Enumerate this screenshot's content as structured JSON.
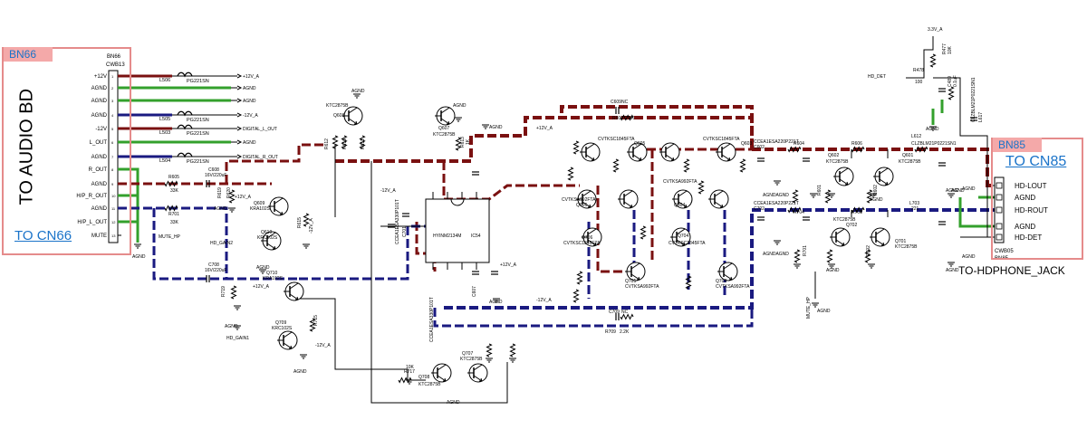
{
  "colors": {
    "box_border": "#e58b8b",
    "box_tag_bg": "#f4a9a9",
    "link": "#1a73c9",
    "wire_red": "#7a1010",
    "wire_blue": "#1a1a80",
    "wire_green": "#33a02c",
    "wire_dash": "#aaaaaa"
  },
  "left_block": {
    "tag": "BN66",
    "title": "TO AUDIO BD",
    "link": "TO CN66",
    "connector_name": "BN66",
    "connector_part": "CWB13",
    "pins": [
      "+12V",
      "AGND",
      "AGND",
      "AGND",
      "-12V",
      "L_OUT",
      "AGND",
      "R_OUT",
      "AGND",
      "H/P_R_OUT",
      "AGND",
      "H/P_L_OUT",
      "MUTE"
    ],
    "pin_numbers": [
      "1",
      "2",
      "3",
      "4",
      "5",
      "6",
      "7",
      "8",
      "9",
      "10",
      "11",
      "12",
      "13"
    ]
  },
  "right_block": {
    "tag": "BN85",
    "link": "TO CN85",
    "pins": [
      "HD-LOUT",
      "AGND",
      "HD-ROUT",
      "AGND",
      "HD-DET"
    ],
    "connector_part": "CWB05",
    "connector_name": "BN85",
    "caption": "TO-HDPHONE_JACK"
  },
  "input_filters": [
    {
      "ref": "L506",
      "part": "PG221SN",
      "net": "+12V_A"
    },
    {
      "ref": "",
      "part": "",
      "net": "AGND"
    },
    {
      "ref": "",
      "part": "",
      "net": "AGND"
    },
    {
      "ref": "L505",
      "part": "PG221SN",
      "net": "-12V_A"
    },
    {
      "ref": "L503",
      "part": "PG221SN",
      "net": "DIGITAL_L_OUT"
    },
    {
      "ref": "",
      "part": "",
      "net": "AGND"
    },
    {
      "ref": "L504",
      "part": "PG221SN",
      "net": "DIGITAL_R_OUT"
    }
  ],
  "labels": [
    {
      "t": "R605",
      "k": "r605"
    },
    {
      "t": "33K",
      "k": "r605v"
    },
    {
      "t": "C608",
      "k": "c608"
    },
    {
      "t": "16V/220uF",
      "k": "c608v"
    },
    {
      "t": "R701",
      "k": "r701"
    },
    {
      "t": "33K",
      "k": "r701v"
    },
    {
      "t": "C708",
      "k": "c708"
    },
    {
      "t": "16V/220uF",
      "k": "c708v"
    },
    {
      "t": "MUTE_HP",
      "k": "mute_hp"
    },
    {
      "t": "AGND",
      "k": "agnd_conn"
    },
    {
      "t": "KTC2875B",
      "k": "q608p"
    },
    {
      "t": "Q608",
      "k": "q608"
    },
    {
      "t": "AGND",
      "k": "agnd_q608"
    },
    {
      "t": "R612",
      "k": "r612"
    },
    {
      "t": "R616",
      "k": "r616"
    },
    {
      "t": "R611",
      "k": "r611"
    },
    {
      "t": "Q607",
      "k": "q607"
    },
    {
      "t": "KTC2875B",
      "k": "q607p"
    },
    {
      "t": "AGND",
      "k": "agnd_q607"
    },
    {
      "t": "R613",
      "k": "r613"
    },
    {
      "t": "1K",
      "k": "r613v"
    },
    {
      "t": "AGND",
      "k": "agnd_c"
    },
    {
      "t": "+12V_A",
      "k": "p12a_q609"
    },
    {
      "t": "Q609",
      "k": "q609"
    },
    {
      "t": "KRA102S",
      "k": "q609p"
    },
    {
      "t": "R619",
      "k": "r619"
    },
    {
      "t": "R620",
      "k": "r620"
    },
    {
      "t": "Q610",
      "k": "q610"
    },
    {
      "t": "KRC102S",
      "k": "q610p"
    },
    {
      "t": "HD_GAIN2",
      "k": "hd_gain2"
    },
    {
      "t": "R615",
      "k": "r615"
    },
    {
      "t": "-12V_A",
      "k": "m12a_1"
    },
    {
      "t": "AGND",
      "k": "agnd_q610"
    },
    {
      "t": "Q710",
      "k": "q710"
    },
    {
      "t": "KRA102S",
      "k": "q710p"
    },
    {
      "t": "+12V_A",
      "k": "p12a_q710"
    },
    {
      "t": "R719",
      "k": "r719"
    },
    {
      "t": "AGND",
      "k": "agnd_r719"
    },
    {
      "t": "Q709",
      "k": "q709"
    },
    {
      "t": "KRC102S",
      "k": "q709p"
    },
    {
      "t": "HD_GAIN1",
      "k": "hd_gain1"
    },
    {
      "t": "R715",
      "k": "r715"
    },
    {
      "t": "-12V_A",
      "k": "m12a_2"
    },
    {
      "t": "AGND",
      "k": "agnd_q709"
    },
    {
      "t": "AGND",
      "k": "agnd_r620"
    },
    {
      "t": "-12V_A",
      "k": "m12a_ic"
    },
    {
      "t": "IC54",
      "k": "ic54"
    },
    {
      "t": "HYINM2134M",
      "k": "ic_part"
    },
    {
      "t": "C701",
      "k": "c701"
    },
    {
      "t": "CCEA1ESA330P101T",
      "k": "c701p"
    },
    {
      "t": "+12V_A",
      "k": "p12a_ic"
    },
    {
      "t": "C607",
      "k": "c607"
    },
    {
      "t": "AGND",
      "k": "agnd_c607"
    },
    {
      "t": "C609",
      "k": "c609"
    },
    {
      "t": "NC",
      "k": "c609v"
    },
    {
      "t": "R609",
      "k": "r609"
    },
    {
      "t": "2.2K",
      "k": "r609v"
    },
    {
      "t": "C709",
      "k": "c709"
    },
    {
      "t": "NC",
      "k": "c709v"
    },
    {
      "t": "R709",
      "k": "r709"
    },
    {
      "t": "2.2K",
      "k": "r709v"
    },
    {
      "t": "+12V_A",
      "k": "p12a_top"
    },
    {
      "t": "-12V_A",
      "k": "m12a_bot"
    },
    {
      "t": "CVTKSC1845FTA",
      "k": "q605p"
    },
    {
      "t": "Q605",
      "k": "q605"
    },
    {
      "t": "CVTKSA992FTA",
      "k": "q606p"
    },
    {
      "t": "Q606",
      "k": "q606"
    },
    {
      "t": "CVTKSC1845FTA",
      "k": "q603p"
    },
    {
      "t": "Q603",
      "k": "q603"
    },
    {
      "t": "CVTKSA992FTA",
      "k": "q604p"
    },
    {
      "t": "Q604",
      "k": "q604"
    },
    {
      "t": "CVTKSC1845FTA",
      "k": "q706p"
    },
    {
      "t": "Q706",
      "k": "q706"
    },
    {
      "t": "CVTKSA992FTA",
      "k": "q705p"
    },
    {
      "t": "Q705",
      "k": "q705"
    },
    {
      "t": "CVTKSC1845FTA",
      "k": "q704p"
    },
    {
      "t": "Q704",
      "k": "q704"
    },
    {
      "t": "CVTKSA992FTA",
      "k": "q703p"
    },
    {
      "t": "Q703",
      "k": "q703"
    },
    {
      "t": "Q708",
      "k": "q708"
    },
    {
      "t": "KTC2875B",
      "k": "q708p"
    },
    {
      "t": "Q707",
      "k": "q707"
    },
    {
      "t": "KTC2875B",
      "k": "q707p"
    },
    {
      "t": "R717",
      "k": "r717"
    },
    {
      "t": "10K",
      "k": "r717v"
    },
    {
      "t": "AGND",
      "k": "agnd_q708"
    },
    {
      "t": "CCEA1ESA330P101T",
      "k": "c710p"
    },
    {
      "t": "CCEA1ESA220P221T",
      "k": "c602p"
    },
    {
      "t": "C602",
      "k": "c602"
    },
    {
      "t": "CCEA1ESA220P221T",
      "k": "c702p"
    },
    {
      "t": "C702",
      "k": "c702"
    },
    {
      "t": "R604",
      "k": "r604"
    },
    {
      "t": "R704",
      "k": "r704"
    },
    {
      "t": "AGNDAGND",
      "k": "agndagnd1"
    },
    {
      "t": "AGNDAGND",
      "k": "agndagnd2"
    },
    {
      "t": "R606",
      "k": "r606"
    },
    {
      "t": "R706",
      "k": "r706"
    },
    {
      "t": "L612",
      "k": "l612"
    },
    {
      "t": "CLZBLM21P0221SN1",
      "k": "l612p"
    },
    {
      "t": "L703",
      "k": "l703"
    },
    {
      "t": "221",
      "k": "l703v"
    },
    {
      "t": "Q602",
      "k": "q602"
    },
    {
      "t": "KTC2875B",
      "k": "q602p"
    },
    {
      "t": "Q601",
      "k": "q601"
    },
    {
      "t": "KTC2875B",
      "k": "q601p"
    },
    {
      "t": "Q702",
      "k": "q702"
    },
    {
      "t": "KTC2875B",
      "k": "q702p"
    },
    {
      "t": "Q701",
      "k": "q701"
    },
    {
      "t": "KTC2875B",
      "k": "q701p"
    },
    {
      "t": "R601",
      "k": "r601"
    },
    {
      "t": "R602",
      "k": "r602"
    },
    {
      "t": "R701",
      "k": "r701b"
    },
    {
      "t": "R702",
      "k": "r702"
    },
    {
      "t": "AGND",
      "k": "agnd_q601"
    },
    {
      "t": "AGND",
      "k": "agnd_q701"
    },
    {
      "t": "AGND",
      "k": "agnd_q702"
    },
    {
      "t": "AGND",
      "k": "agnd_q602"
    },
    {
      "t": "AGND",
      "k": "agnd_c604"
    },
    {
      "t": "AGND",
      "k": "agnd_c704"
    },
    {
      "t": "MUTE_HP",
      "k": "mute_hp2"
    },
    {
      "t": "AGND",
      "k": "agnd_mute"
    },
    {
      "t": "3.3V_A",
      "k": "v33a"
    },
    {
      "t": "HD_DET",
      "k": "hd_det"
    },
    {
      "t": "R478",
      "k": "r478"
    },
    {
      "t": "100",
      "k": "r478v"
    },
    {
      "t": "R477",
      "k": "r477"
    },
    {
      "t": "10K",
      "k": "r477v"
    },
    {
      "t": "C489",
      "k": "c489"
    },
    {
      "t": "0.1uF",
      "k": "c489v"
    },
    {
      "t": "AGND",
      "k": "agnd_det"
    },
    {
      "t": "L617",
      "k": "l617"
    },
    {
      "t": "CLZBLM21P0221SN1",
      "k": "l617p"
    },
    {
      "t": "AGND",
      "k": "agnd_r"
    }
  ]
}
